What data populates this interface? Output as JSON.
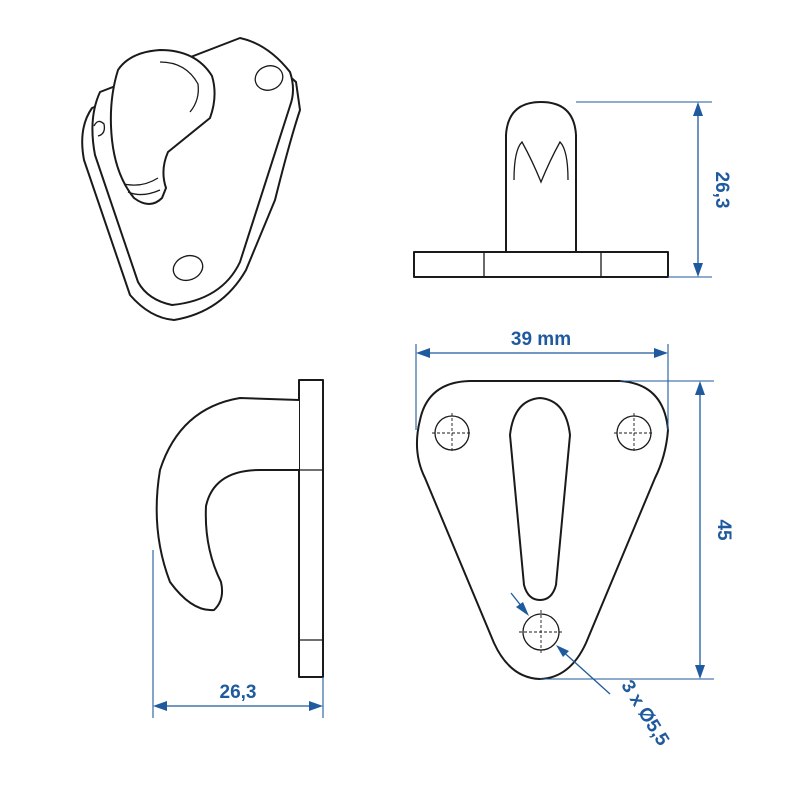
{
  "dimensions": {
    "side_height": "26,3",
    "width": "39 mm",
    "height": "45",
    "depth": "26,3",
    "holes": "3 x Ø5,5"
  },
  "colors": {
    "dimension": "#1f5a9e",
    "outline": "#1a1a1a"
  }
}
